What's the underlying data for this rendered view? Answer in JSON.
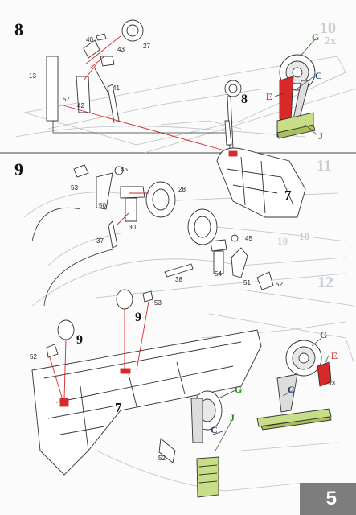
{
  "page_number": "5",
  "colors": {
    "line": "#333333",
    "ghost": "#b9c0c7",
    "red": "#d8282a",
    "green_part": "#c8de86",
    "callout_green": "#2e8b22",
    "callout_red": "#c81e1e",
    "callout_navy": "#173a6e",
    "badge": "#7d7d7d"
  },
  "steps": {
    "step8": {
      "number": "8",
      "parts": [
        "40",
        "43",
        "27",
        "13",
        "57",
        "42",
        "41"
      ],
      "result_label": "8",
      "callouts": {
        "g": "G",
        "c": "C",
        "e": "E",
        "j": "J"
      },
      "ghost_numbers": [
        "10",
        "2x"
      ]
    },
    "step9": {
      "number": "9",
      "parts_left": [
        "45",
        "53",
        "28",
        "50",
        "30",
        "37"
      ],
      "parts_right": [
        "45",
        "38",
        "54",
        "51",
        "52"
      ],
      "fuselage_label": "7",
      "ghost_numbers": [
        "11",
        "10",
        "10",
        "12"
      ]
    },
    "step_wing": {
      "parts": [
        "53",
        "52",
        "53",
        "52"
      ],
      "labels": [
        "9",
        "9",
        "7"
      ],
      "callouts_right": {
        "g": "G",
        "e": "E",
        "c": "C"
      },
      "callouts_left": {
        "g": "G",
        "c": "C",
        "j": "J"
      }
    }
  }
}
